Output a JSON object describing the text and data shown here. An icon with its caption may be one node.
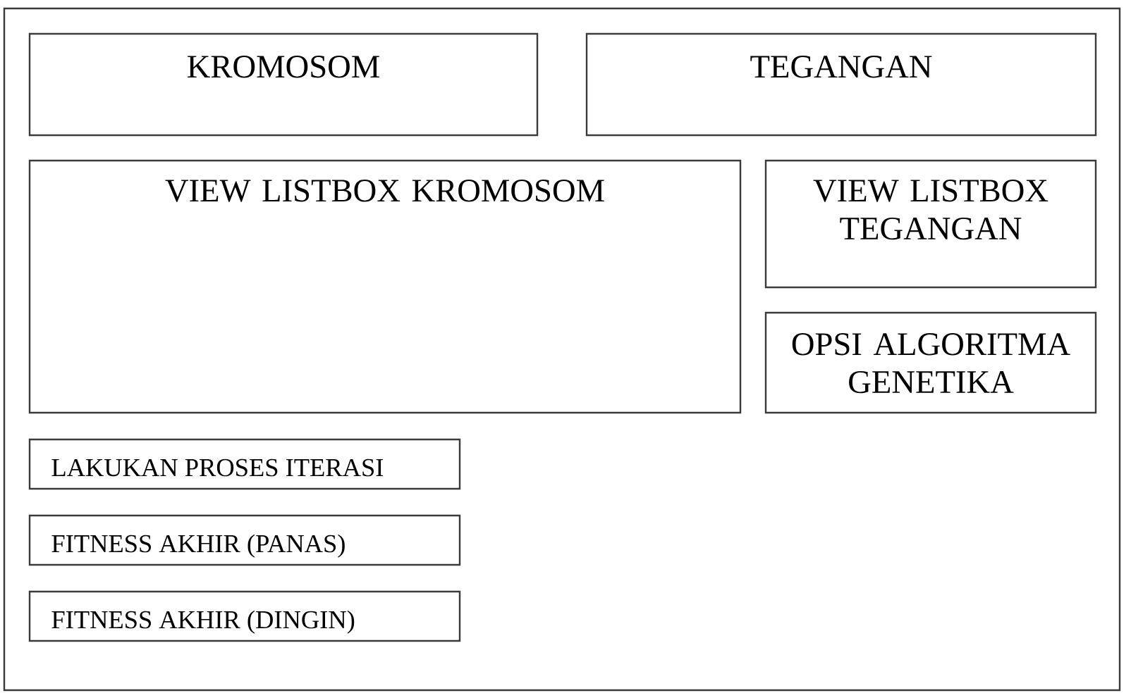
{
  "diagram": {
    "nodes": [
      {
        "text": [],
        "shape": "box"
      },
      {
        "text": [
          "KROMOSOM"
        ],
        "in": 0
      },
      {
        "text": [
          "TEGANGAN"
        ],
        "in": 0
      },
      {
        "text": [
          "VIEW LISTBOX KROMOSOM"
        ],
        "in": 0
      },
      {
        "text": [
          "VIEW LISTBOX TEGANGAN"
        ],
        "in": 0
      },
      {
        "text": [
          "OPSI ALGORITMA GENETIKA"
        ],
        "in": 0
      },
      {
        "text": [
          "LAKUKAN PROSES ITERASI"
        ],
        "in": 0
      },
      {
        "text": [
          "FITNESS AKHIR (PANAS)"
        ],
        "in": 0
      },
      {
        "text": [
          "FITNESS AKHIR (DINGIN)"
        ],
        "in": 0
      }
    ]
  }
}
